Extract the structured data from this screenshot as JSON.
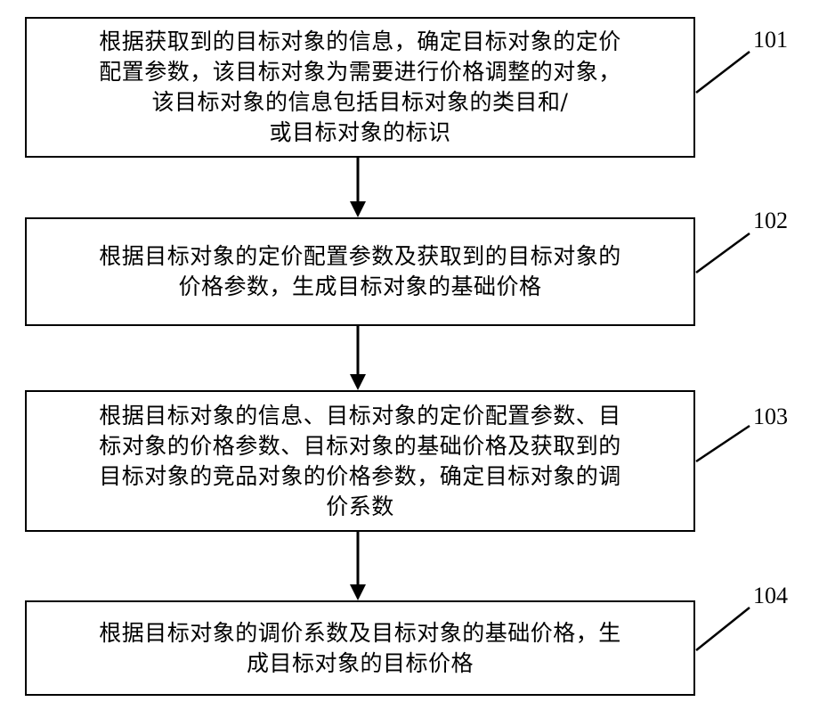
{
  "steps": [
    {
      "id": "101",
      "text": "根据获取到的目标对象的信息，确定目标对象的定价\n配置参数，该目标对象为需要进行价格调整的对象，\n该目标对象的信息包括目标对象的类目和/\n或目标对象的标识"
    },
    {
      "id": "102",
      "text": "根据目标对象的定价配置参数及获取到的目标对象的\n价格参数，生成目标对象的基础价格"
    },
    {
      "id": "103",
      "text": "根据目标对象的信息、目标对象的定价配置参数、目\n标对象的价格参数、目标对象的基础价格及获取到的\n目标对象的竞品对象的价格参数，确定目标对象的调\n价系数"
    },
    {
      "id": "104",
      "text": "根据目标对象的调价系数及目标对象的基础价格，生\n成目标对象的目标价格"
    }
  ]
}
